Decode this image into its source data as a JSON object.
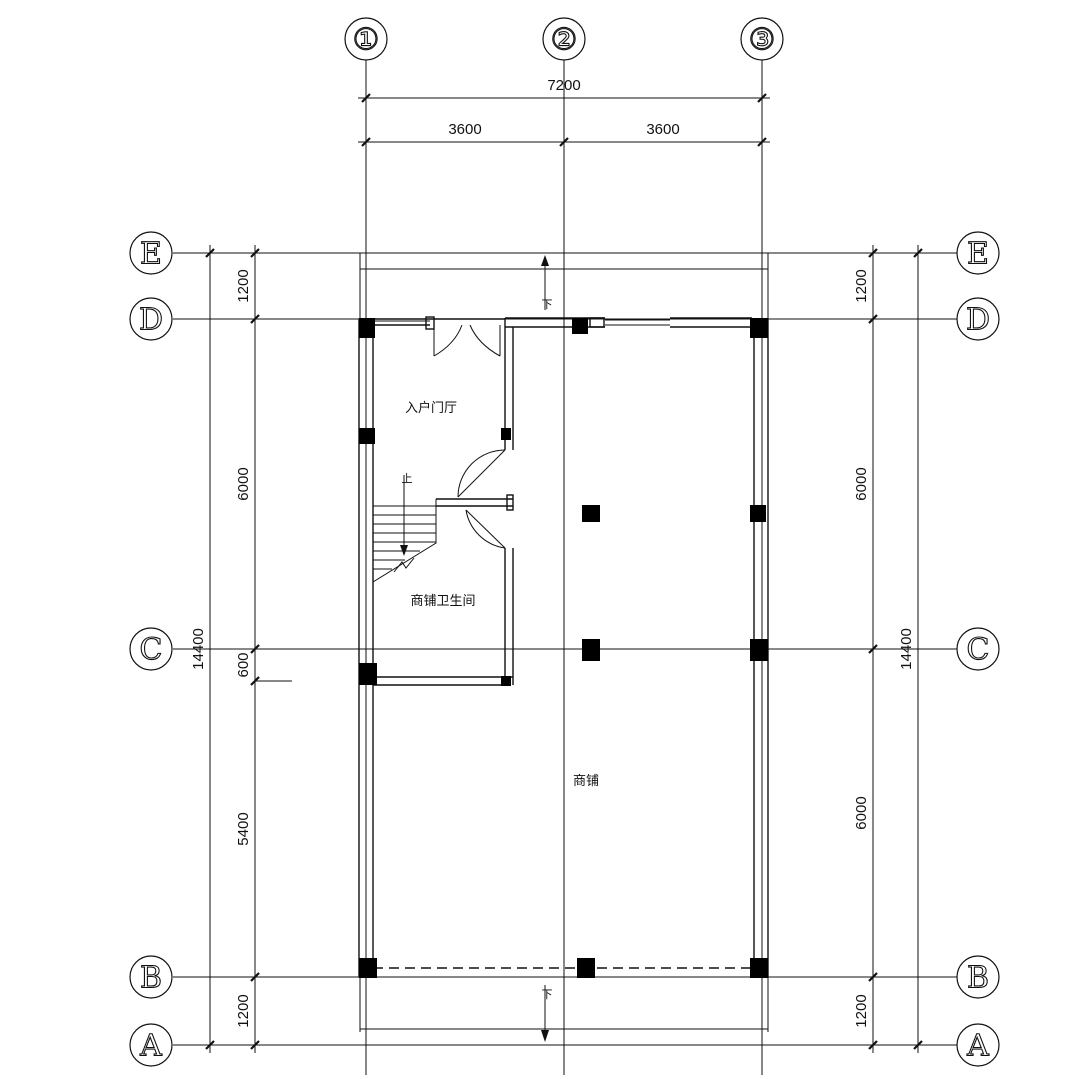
{
  "grid_axes": {
    "vertical": [
      "①",
      "②",
      "③"
    ],
    "horizontal": [
      "E",
      "D",
      "C",
      "B",
      "A"
    ]
  },
  "dimensions": {
    "top_total": "7200",
    "top_left": "3600",
    "top_right": "3600",
    "left_overall": "14400",
    "left_e_d": "1200",
    "left_d_c": "6000",
    "left_c_offset": "600",
    "left_c_b": "5400",
    "left_b_a": "1200",
    "right_overall": "14400",
    "right_e_d": "1200",
    "right_d_c": "6000",
    "right_c_b": "6000",
    "right_b_a": "1200"
  },
  "rooms": {
    "entrance_hall": "入户门厅",
    "shop_bathroom": "商铺卫生间",
    "shop": "商铺"
  },
  "annotations": {
    "stair_up": "上",
    "down_top": "下",
    "down_bottom": "下"
  }
}
